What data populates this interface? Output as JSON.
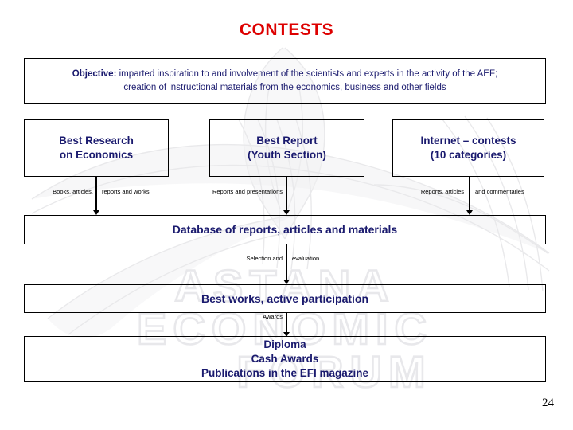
{
  "slide": {
    "title": "CONTESTS",
    "title_color": "#dd0000",
    "body_text_color": "#1a1a6e",
    "page_number": "24"
  },
  "objective": {
    "label": "Objective:",
    "line1_rest": " imparted inspiration to and involvement of the scientists and experts in the activity of the AEF;",
    "line2": "creation of instructional materials from the economics, business and other fields"
  },
  "contest_boxes": [
    {
      "line1": "Best Research",
      "line2": "on Economics"
    },
    {
      "line1": "Best Report",
      "line2": "(Youth Section)"
    },
    {
      "line1": "Internet – contests",
      "line2": "(10 categories)"
    }
  ],
  "flow_captions": [
    {
      "left": "Books, articles,",
      "right": "reports and works"
    },
    {
      "left": "Reports and presentations",
      "right": ""
    },
    {
      "left": "Reports, articles",
      "right": "and commentaries"
    },
    {
      "left": "Selection and",
      "right": "evaluation"
    },
    {
      "left": "Awards",
      "right": ""
    }
  ],
  "stages": {
    "database": "Database of reports, articles and materials",
    "best_works": "Best works, active participation",
    "awards": {
      "line1": "Diploma",
      "line2": "Cash Awards",
      "line3": "Publications in the EFI magazine"
    }
  },
  "watermark": {
    "line1": "ASTANA",
    "line2": "ECONOMIC",
    "line3": "FORUM"
  }
}
